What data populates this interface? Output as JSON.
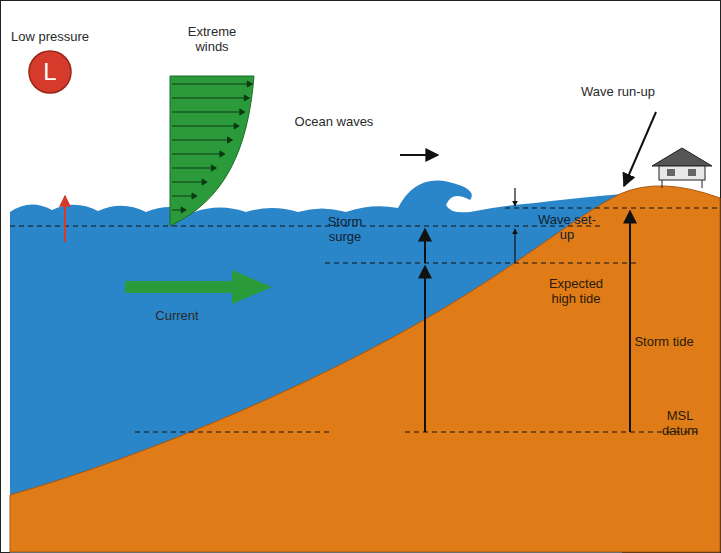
{
  "diagram": {
    "nodes": [
      {
        "text": [
          "Low pressure",
          "L"
        ]
      }
    ],
    "labels": [
      "Extreme winds",
      "Ocean waves",
      "Wave run-up",
      "Storm surge",
      "Wave set-up",
      "Expected high tide",
      "Current",
      "Storm tide",
      "MSL datum"
    ]
  }
}
